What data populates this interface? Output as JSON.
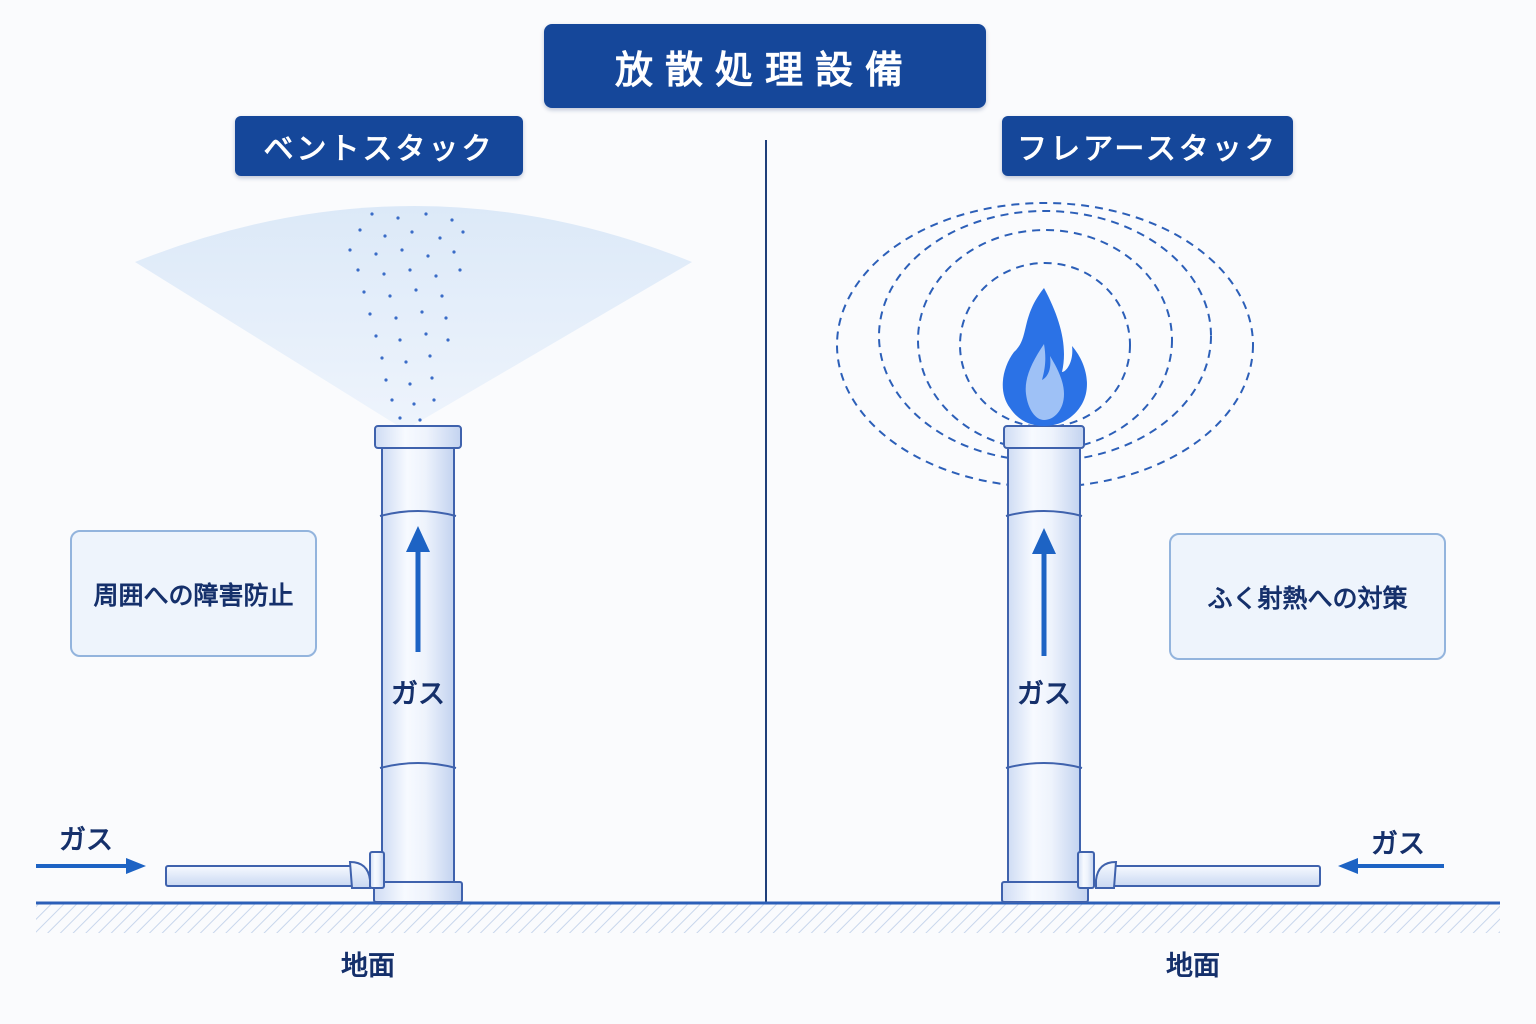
{
  "title": "放散処理設備",
  "vent": {
    "label": "ベントスタック",
    "note": "周囲への障害防止",
    "gas_pipe_label": "ガス",
    "gas_inlet_label": "ガス",
    "ground_label": "地面"
  },
  "flare": {
    "label": "フレアースタック",
    "note": "ふく射熱への対策",
    "gas_pipe_label": "ガス",
    "gas_inlet_label": "ガス",
    "ground_label": "地面"
  },
  "colors": {
    "navy": "#15479a",
    "text": "#15306b",
    "pipe_outline": "#3f62ad",
    "flame": "#2b72e6",
    "arrow": "#1d63c4"
  }
}
